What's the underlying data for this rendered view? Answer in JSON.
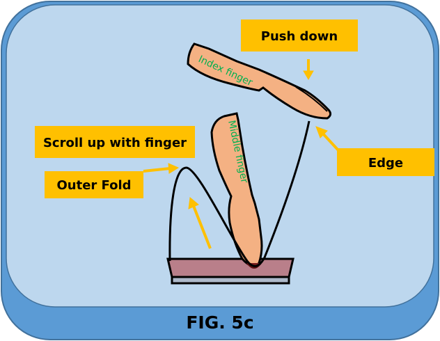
{
  "figure_label": "FIG. 5c",
  "labels": {
    "push_down": "Push down",
    "scroll_up": "Scroll up with finger",
    "outer_fold": "Outer Fold",
    "edge": "Edge"
  },
  "fingers": {
    "index": "Index finger",
    "middle": "Middle finger"
  },
  "colors": {
    "frame": "#5b9bd5",
    "panel": "#bdd7ee",
    "label_box": "#ffc000",
    "arrow": "#ffc000",
    "finger": "#f4b183",
    "finger_text": "#00b050",
    "surface": "#b97f8a",
    "base": "#adb9ca"
  }
}
